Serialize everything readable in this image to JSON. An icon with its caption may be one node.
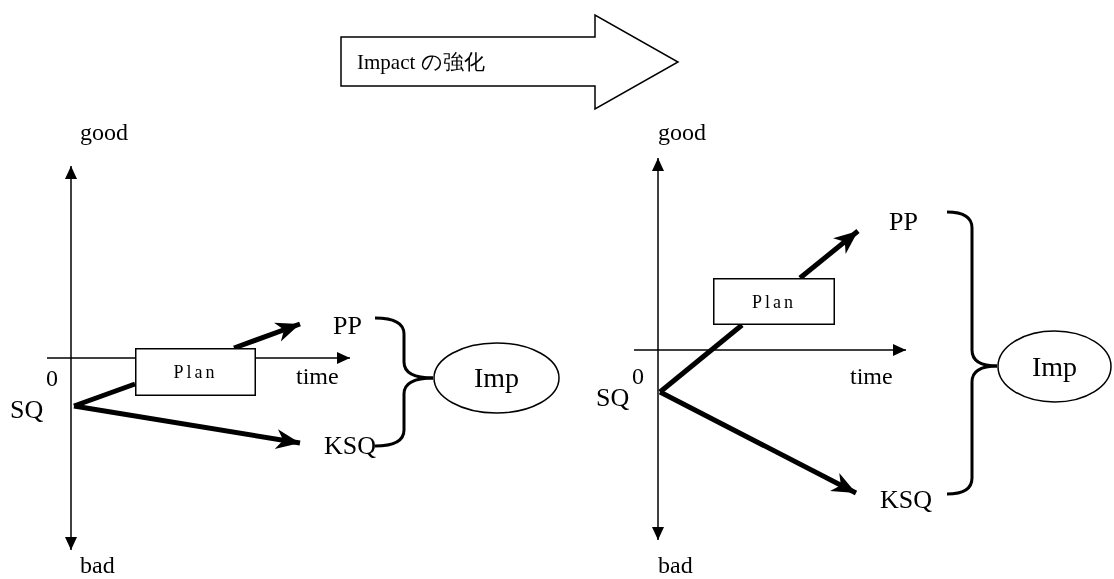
{
  "diagram": {
    "nodes": [
      {
        "text": [
          "Impact の強化"
        ]
      },
      {
        "text": [
          "SQ"
        ]
      },
      {
        "text": [
          "PP"
        ]
      },
      {
        "text": [
          "KSQ"
        ]
      },
      {
        "text": [
          "Plan"
        ]
      },
      {
        "text": [
          "Imp"
        ]
      },
      {
        "text": [
          "SQ"
        ]
      },
      {
        "text": [
          "PP"
        ]
      },
      {
        "text": [
          "KSQ"
        ]
      },
      {
        "text": [
          "Plan"
        ]
      },
      {
        "text": [
          "Imp"
        ]
      }
    ],
    "edges": [
      {
        "from": 1,
        "to": 4,
        "arrow": "none"
      },
      {
        "from": 4,
        "to": 2,
        "arrow": "to"
      },
      {
        "from": 1,
        "to": 3,
        "arrow": "to"
      },
      {
        "from": 2,
        "to": 5,
        "arrow": "none"
      },
      {
        "from": 3,
        "to": 5,
        "arrow": "none"
      },
      {
        "from": 6,
        "to": 9,
        "arrow": "none"
      },
      {
        "from": 9,
        "to": 7,
        "arrow": "to"
      },
      {
        "from": 6,
        "to": 8,
        "arrow": "to"
      },
      {
        "from": 7,
        "to": 10,
        "arrow": "none"
      },
      {
        "from": 8,
        "to": 10,
        "arrow": "none"
      }
    ],
    "labels": [
      "good",
      "good",
      "0",
      "time",
      "0",
      "time",
      "bad",
      "bad"
    ]
  }
}
